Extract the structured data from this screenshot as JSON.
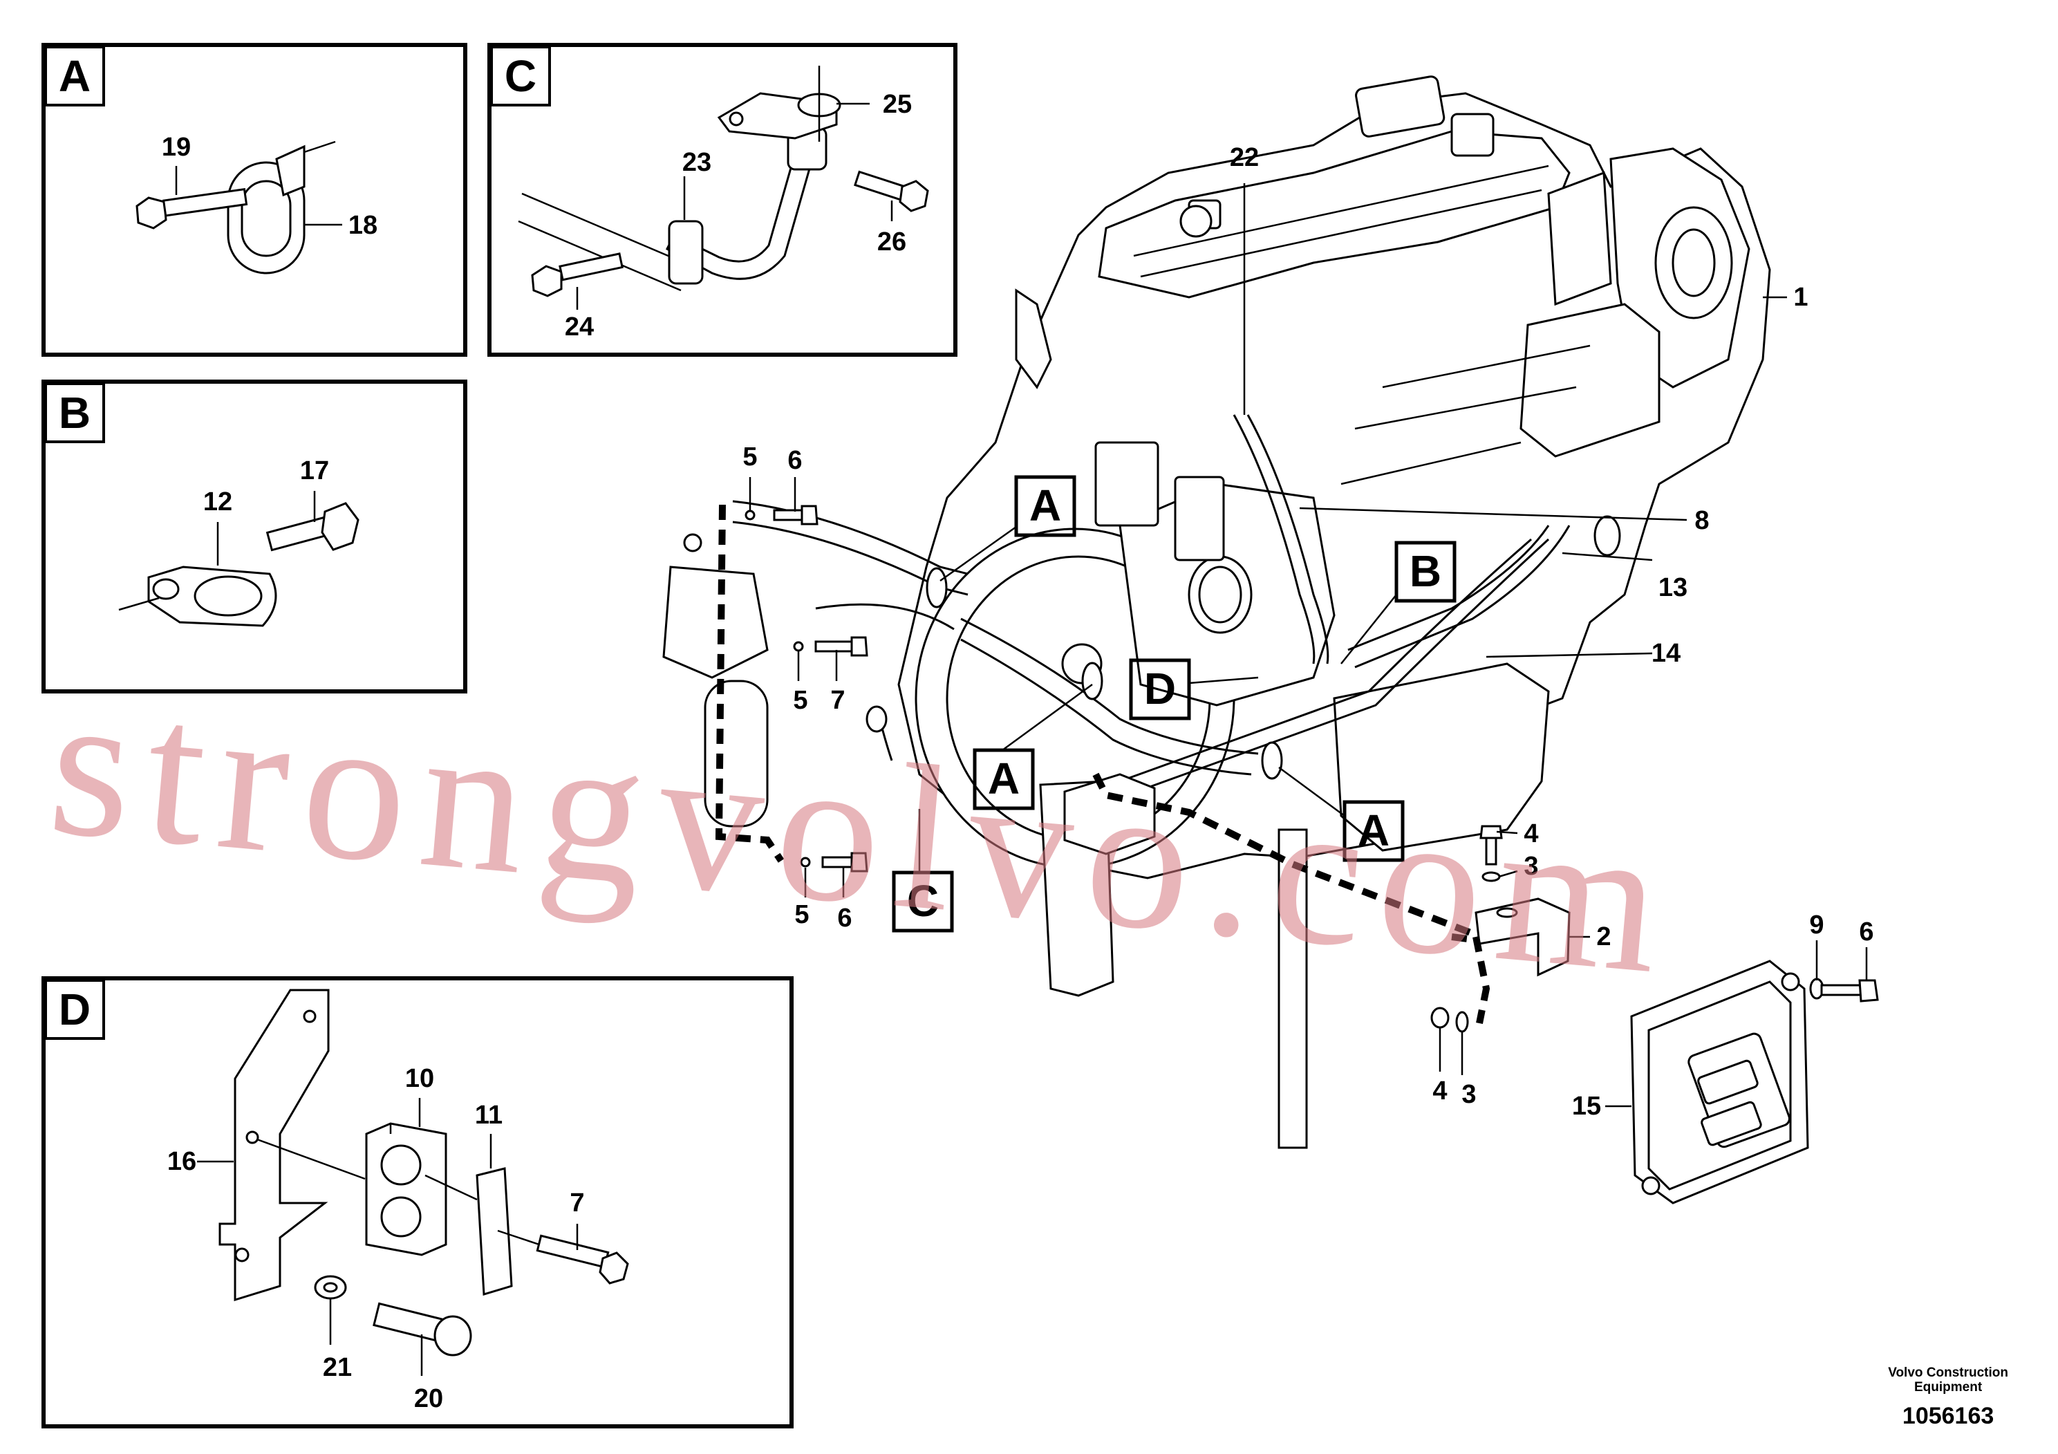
{
  "detail_tags": {
    "A": "A",
    "B": "B",
    "C": "C",
    "D": "D"
  },
  "callouts": {
    "c1": "1",
    "c2": "2",
    "c3a": "3",
    "c3b": "3",
    "c4a": "4",
    "c4b": "4",
    "c5a": "5",
    "c5b": "5",
    "c5c": "5",
    "c6a": "6",
    "c6b": "6",
    "c6c": "6",
    "c7a": "7",
    "c7b": "7",
    "c8": "8",
    "c9": "9",
    "c10": "10",
    "c11": "11",
    "c12": "12",
    "c13": "13",
    "c14": "14",
    "c15": "15",
    "c16": "16",
    "c17": "17",
    "c18": "18",
    "c19": "19",
    "c20": "20",
    "c21": "21",
    "c22": "22",
    "c23": "23",
    "c24": "24",
    "c25": "25",
    "c26": "26"
  },
  "watermark": "strongvolvo.com",
  "credit": {
    "maker_line1": "Volvo Construction",
    "maker_line2": "Equipment",
    "drawing_number": "1056163"
  }
}
